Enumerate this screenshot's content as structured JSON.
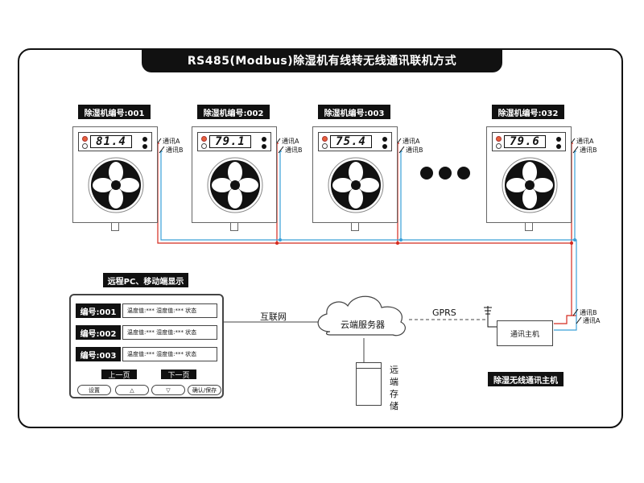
{
  "title": "RS485(Modbus)除湿机有线转无线通讯联机方式",
  "units": [
    {
      "label": "除湿机编号:001",
      "reading": "81.4"
    },
    {
      "label": "除湿机编号:002",
      "reading": "79.1"
    },
    {
      "label": "除湿机编号:003",
      "reading": "75.4"
    },
    {
      "label": "除湿机编号:032",
      "reading": "79.6"
    }
  ],
  "comm_a": "通讯A",
  "comm_b": "通讯B",
  "remote_panel": {
    "header": "远程PC、移动端显示",
    "rows": [
      {
        "label": "编号:001",
        "info": "温度值:*** 湿度值:*** 状态"
      },
      {
        "label": "编号:002",
        "info": "温度值:*** 湿度值:*** 状态"
      },
      {
        "label": "编号:003",
        "info": "温度值:*** 湿度值:*** 状态"
      }
    ],
    "prev_page": "上一页",
    "next_page": "下一页",
    "buttons": {
      "settings": "设置",
      "up": "△",
      "down": "▽",
      "confirm": "确认/保存"
    }
  },
  "internet": "互联网",
  "cloud": "云端服务器",
  "gprs": "GPRS",
  "storage": [
    "远",
    "端",
    "存",
    "储"
  ],
  "host": "通讯主机",
  "host_caption": "除湿无线通讯主机",
  "colors": {
    "wire_red": "#d42a1e",
    "wire_blue": "#3aa0d8",
    "led_red": "#e6603a",
    "dark": "#111111"
  }
}
